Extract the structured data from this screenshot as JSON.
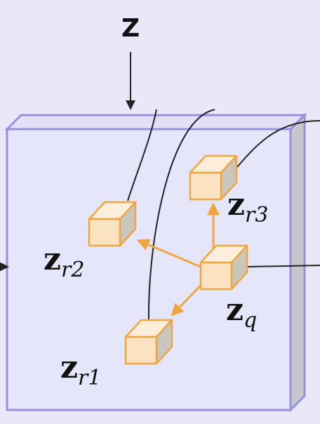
{
  "diagram": {
    "top_label": "Z",
    "labels": {
      "zr1": {
        "main": "z",
        "sub": "r",
        "num": "1"
      },
      "zr2": {
        "main": "z",
        "sub": "r",
        "num": "2"
      },
      "zr3": {
        "main": "z",
        "sub": "r",
        "num": "3"
      },
      "zq": {
        "main": "z",
        "sub": "q"
      }
    },
    "colors": {
      "background": "#e8e8f8",
      "slab_face": "#e6e6fb",
      "slab_border": "#9b8fe0",
      "slab_side": "#c6c6cc",
      "cube_front": "#fbe3c2",
      "cube_top": "#fdeedb",
      "cube_side": "#c9c6bd",
      "cube_border": "#f0a640",
      "arrow": "#f0a640",
      "line": "#222222"
    }
  }
}
